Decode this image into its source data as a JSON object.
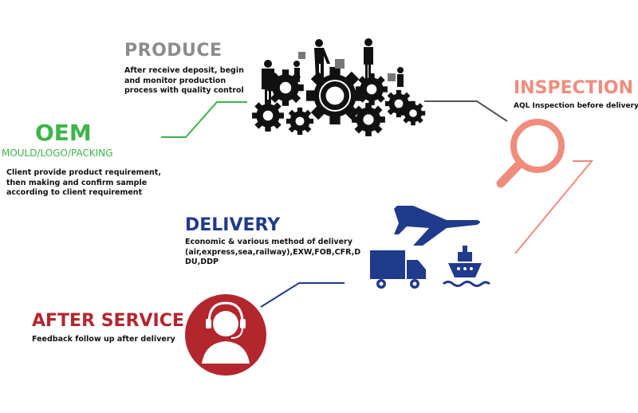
{
  "steps": {
    "produce": {
      "title": "PRODUCE",
      "description": "After receive deposit, begin\nand monitor production\nprocess with quality control"
    },
    "oem": {
      "title": "OEM",
      "subtitle": "MOULD/LOGO/PACKING",
      "description": "Client provide product requirement,\nthen making and confirm sample\naccording to client requirement"
    },
    "inspection": {
      "title": "INSPECTION",
      "description": "AQL Inspection before delivery"
    },
    "delivery": {
      "title": "DELIVERY",
      "description": "Economic & various method of delivery\n(air,express,sea,railway),EXW,FOB,CFR,D\nDU,DDP"
    },
    "after_service": {
      "title": "AFTER SERVICE",
      "description": "Feedback follow up after delivery"
    }
  },
  "icons": {
    "produce": "gears-workers-icon",
    "inspection": "magnifier-icon",
    "delivery_air": "airplane-icon",
    "delivery_road": "truck-icon",
    "delivery_sea": "ship-icon",
    "after_service": "headset-agent-icon"
  },
  "colors": {
    "produce": "#8c8c8c",
    "oem": "#3cb54a",
    "inspection": "#f08c7c",
    "delivery": "#203a8c",
    "after_service": "#b3262e",
    "icon_dark": "#111111"
  }
}
